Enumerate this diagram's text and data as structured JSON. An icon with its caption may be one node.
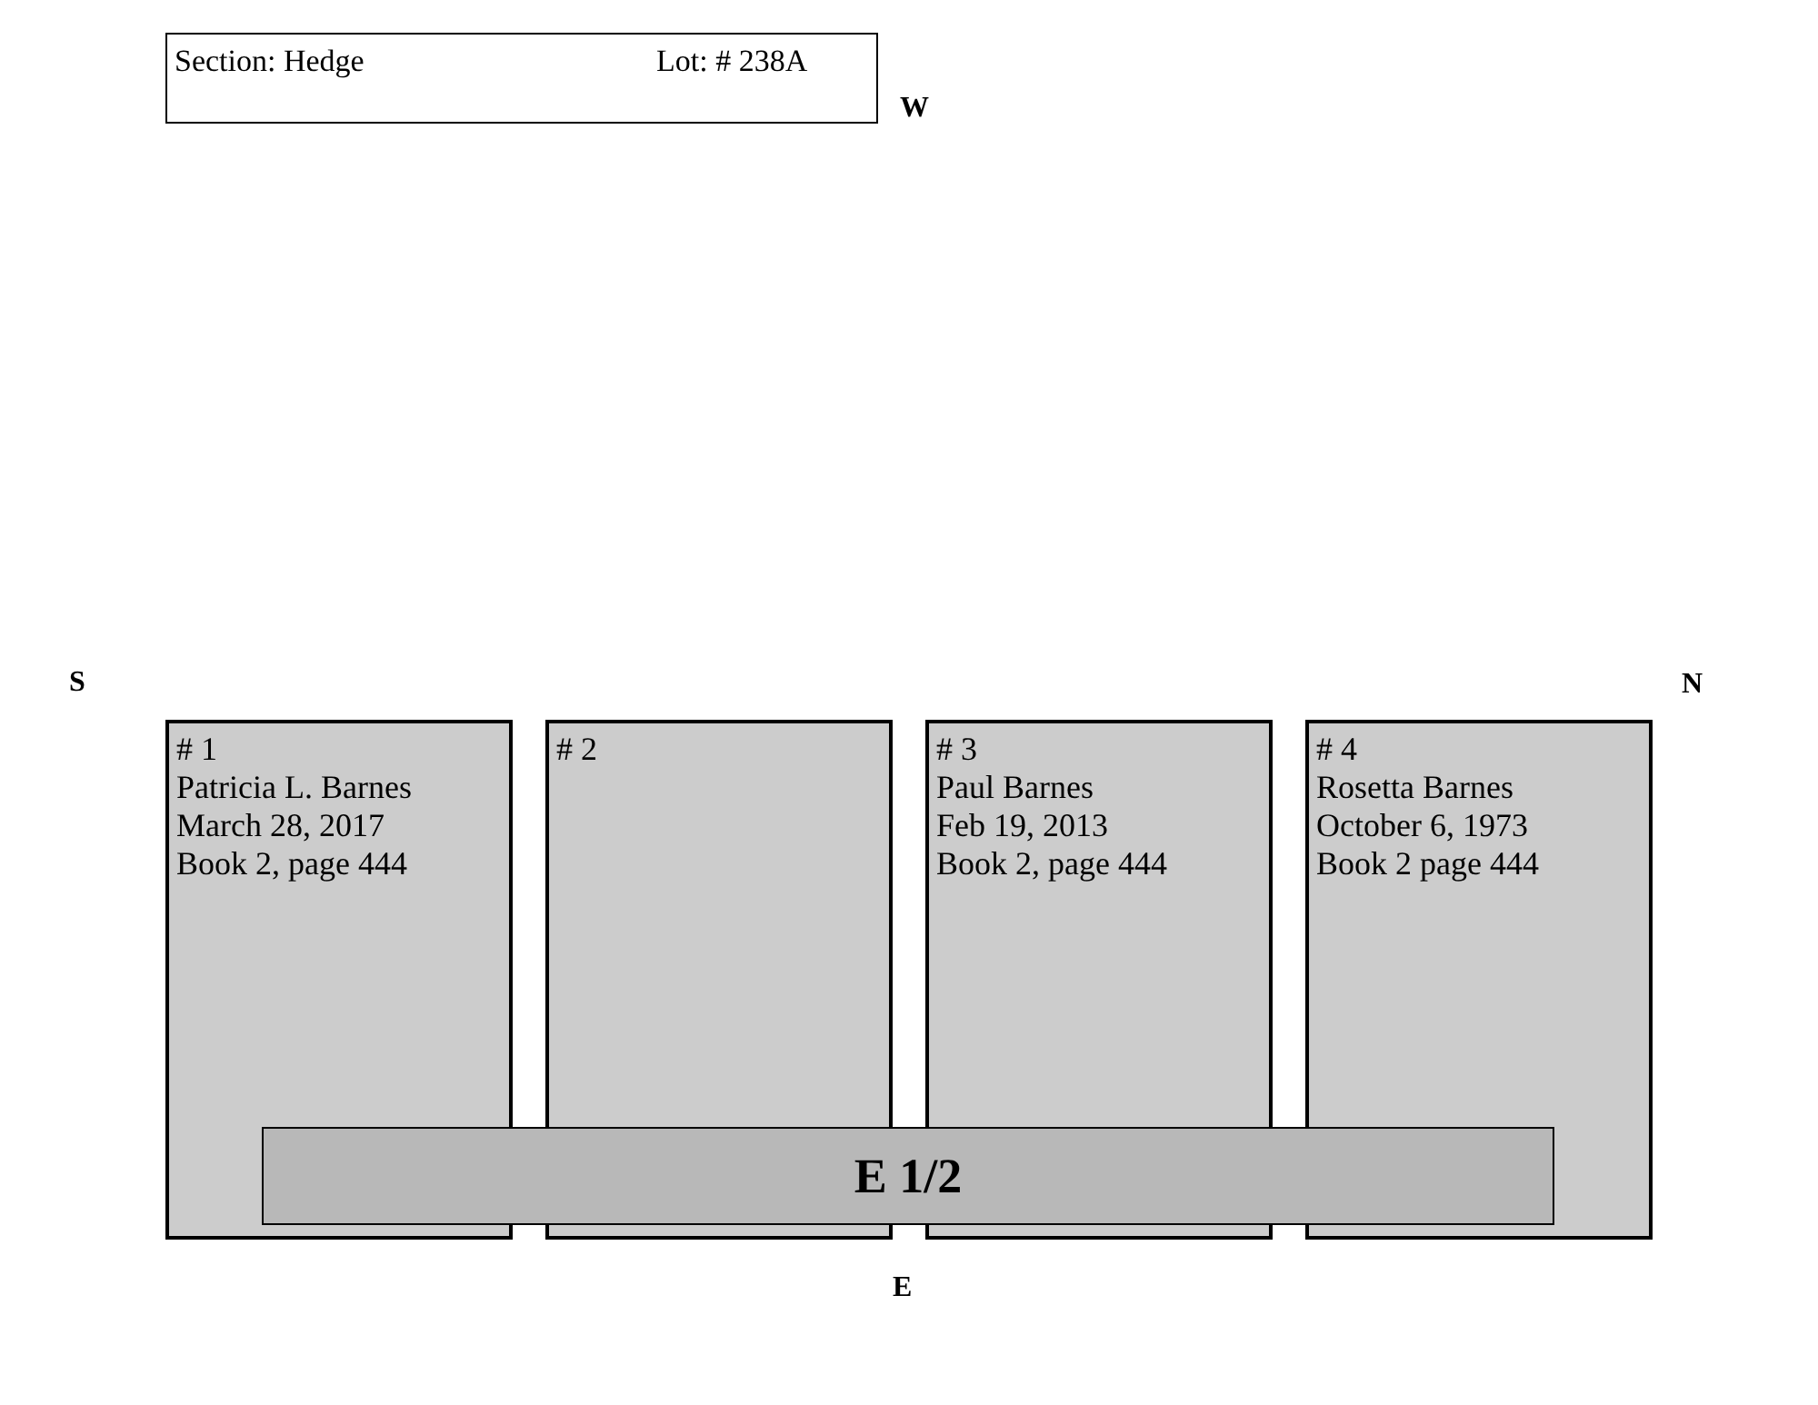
{
  "diagram": {
    "nodes": [
      {
        "text": [
          "Section: Hedge",
          "Lot: # 238A"
        ]
      },
      {
        "text": [
          "# 1",
          "Patricia L. Barnes",
          "March 28, 2017",
          "Book 2, page 444"
        ]
      },
      {
        "text": [
          "# 2"
        ]
      },
      {
        "text": [
          "# 3",
          "Paul Barnes",
          "Feb 19, 2013",
          "Book 2, page 444"
        ]
      },
      {
        "text": [
          "# 4",
          "Rosetta Barnes",
          "October 6, 1973",
          "Book 2 page 444"
        ]
      },
      {
        "text": [
          "E 1/2"
        ]
      }
    ],
    "edges": [],
    "labels": [
      "W",
      "S",
      "N",
      "E"
    ]
  }
}
